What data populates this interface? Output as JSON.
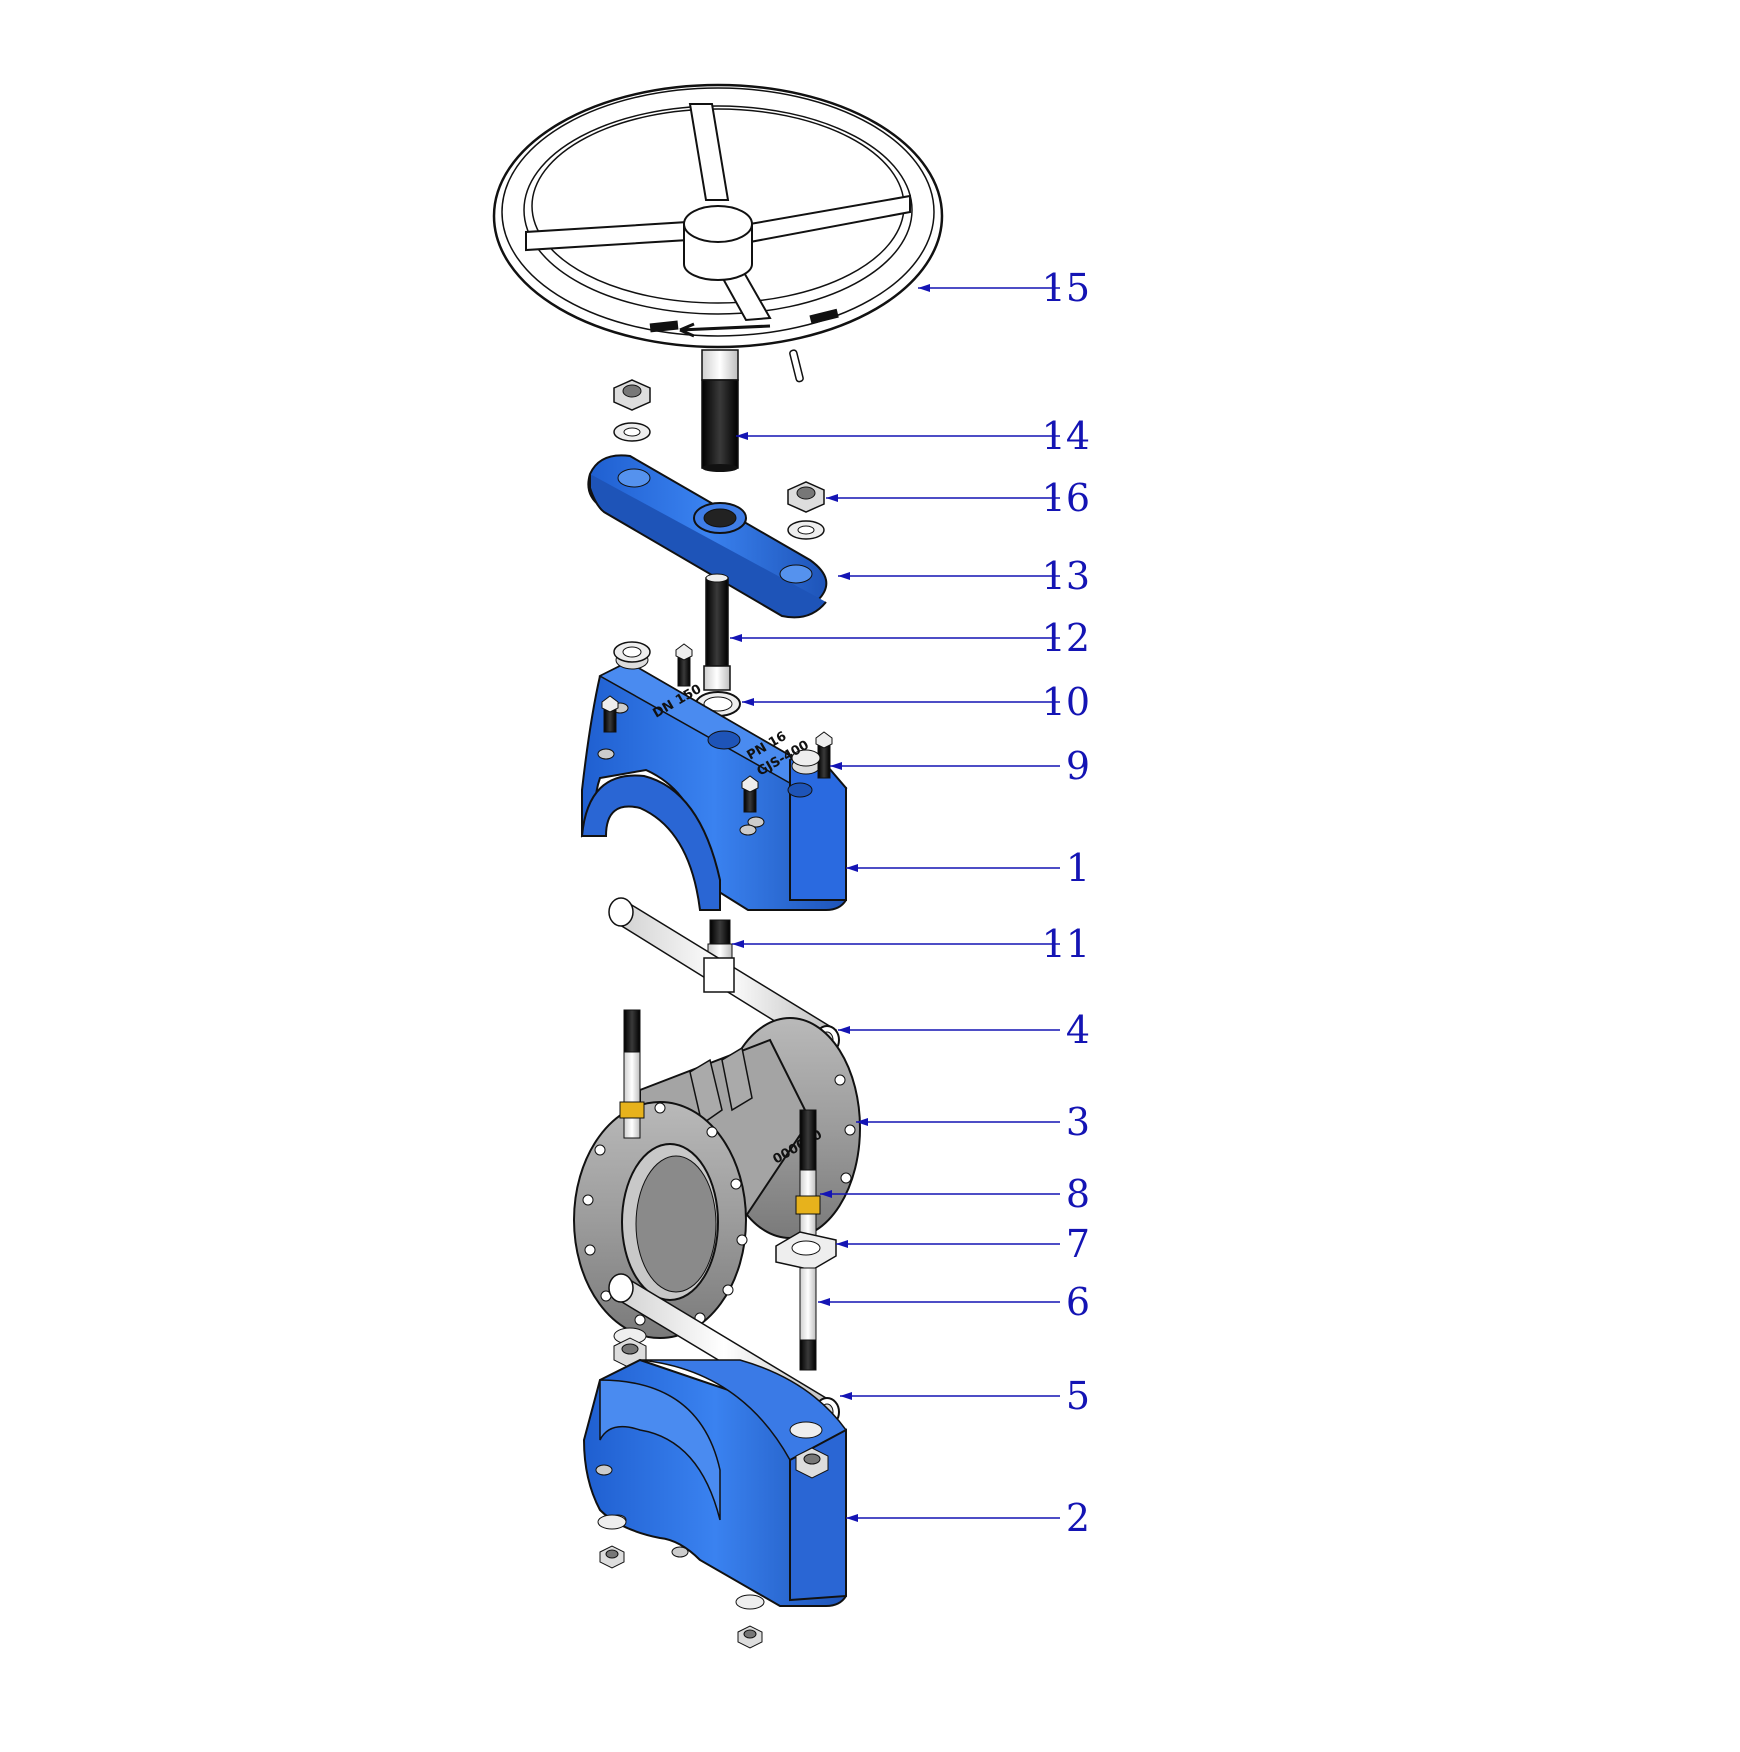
{
  "colors": {
    "body_blue": "#2f74e8",
    "body_blue_dark": "#1e54b8",
    "steel_grey": "#9a9a9a",
    "steel_grey_dark": "#6f6f6f",
    "bolt_black": "#1a1a1a",
    "seal_yellow": "#e7b21c",
    "outline": "#111111",
    "callout_blue": "#1414b4"
  },
  "stamps": {
    "upper_saddle_a": "DN 150",
    "upper_saddle_b": "PN 16",
    "upper_saddle_c": "GJS-400",
    "pipe": "000000"
  },
  "callouts": [
    {
      "label": "15"
    },
    {
      "label": "14"
    },
    {
      "label": "16"
    },
    {
      "label": "13"
    },
    {
      "label": "12"
    },
    {
      "label": "10"
    },
    {
      "label": "9"
    },
    {
      "label": "1"
    },
    {
      "label": "11"
    },
    {
      "label": "4"
    },
    {
      "label": "3"
    },
    {
      "label": "8"
    },
    {
      "label": "7"
    },
    {
      "label": "6"
    },
    {
      "label": "5"
    },
    {
      "label": "2"
    }
  ]
}
